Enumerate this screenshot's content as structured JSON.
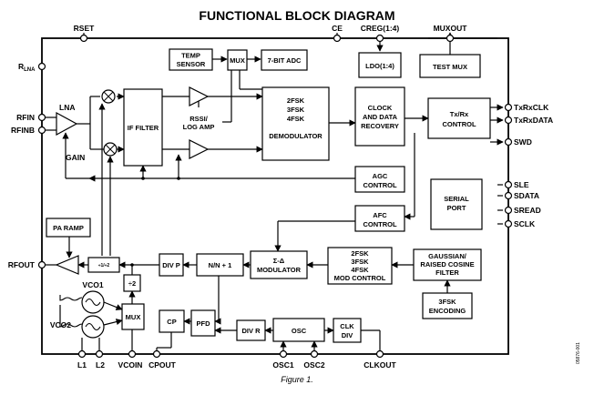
{
  "title": "FUNCTIONAL BLOCK DIAGRAM",
  "caption": "Figure 1.",
  "figure_code": "05876-001",
  "pins": {
    "rset": "RSET",
    "ce": "CE",
    "creg": "CREG(1:4)",
    "muxout": "MUXOUT",
    "rlna": "R",
    "rlna_sub": "LNA",
    "rfin": "RFIN",
    "rfinb": "RFINB",
    "rfout": "RFOUT",
    "txrxclk": "TxRxCLK",
    "txrxdata": "TxRxDATA",
    "swd": "SWD",
    "sle": "SLE",
    "sdata": "SDATA",
    "sread": "SREAD",
    "sclk": "SCLK",
    "l1": "L1",
    "l2": "L2",
    "vcoin": "VCOIN",
    "cpout": "CPOUT",
    "osc1": "OSC1",
    "osc2": "OSC2",
    "clkout": "CLKOUT"
  },
  "blocks": {
    "lna": "LNA",
    "gain": "GAIN",
    "if_filter": "IF FILTER",
    "temp_sensor": [
      "TEMP",
      "SENSOR"
    ],
    "mux_top": "MUX",
    "adc": "7-BIT ADC",
    "ldo": "LDO(1:4)",
    "test_mux": "TEST MUX",
    "rssi": [
      "RSSI/",
      "LOG AMP"
    ],
    "demodulator": [
      "2FSK",
      "3FSK",
      "4FSK",
      "DEMODULATOR"
    ],
    "clock_data": [
      "CLOCK",
      "AND DATA",
      "RECOVERY"
    ],
    "txrx_control": [
      "Tx/Rx",
      "CONTROL"
    ],
    "agc_control": [
      "AGC",
      "CONTROL"
    ],
    "afc_control": [
      "AFC",
      "CONTROL"
    ],
    "serial_port": [
      "SERIAL",
      "PORT"
    ],
    "pa_ramp": "PA RAMP",
    "div12": "÷1/÷2",
    "div_p": "DIV P",
    "nn1": "N/N + 1",
    "sigma_delta": [
      "Σ-Δ",
      "MODULATOR"
    ],
    "mod_control": [
      "2FSK",
      "3FSK",
      "4FSK",
      "MOD CONTROL"
    ],
    "gaussian": [
      "GAUSSIAN/",
      "RAISED COSINE",
      "FILTER"
    ],
    "fsk_encoding": [
      "3FSK",
      "ENCODING"
    ],
    "div2": "÷2",
    "vco1": "VCO1",
    "vco2": "VCO2",
    "mux_bottom": "MUX",
    "cp": "CP",
    "pfd": "PFD",
    "div_r": "DIV R",
    "osc": "OSC",
    "clk_div": [
      "CLK",
      "DIV"
    ]
  }
}
